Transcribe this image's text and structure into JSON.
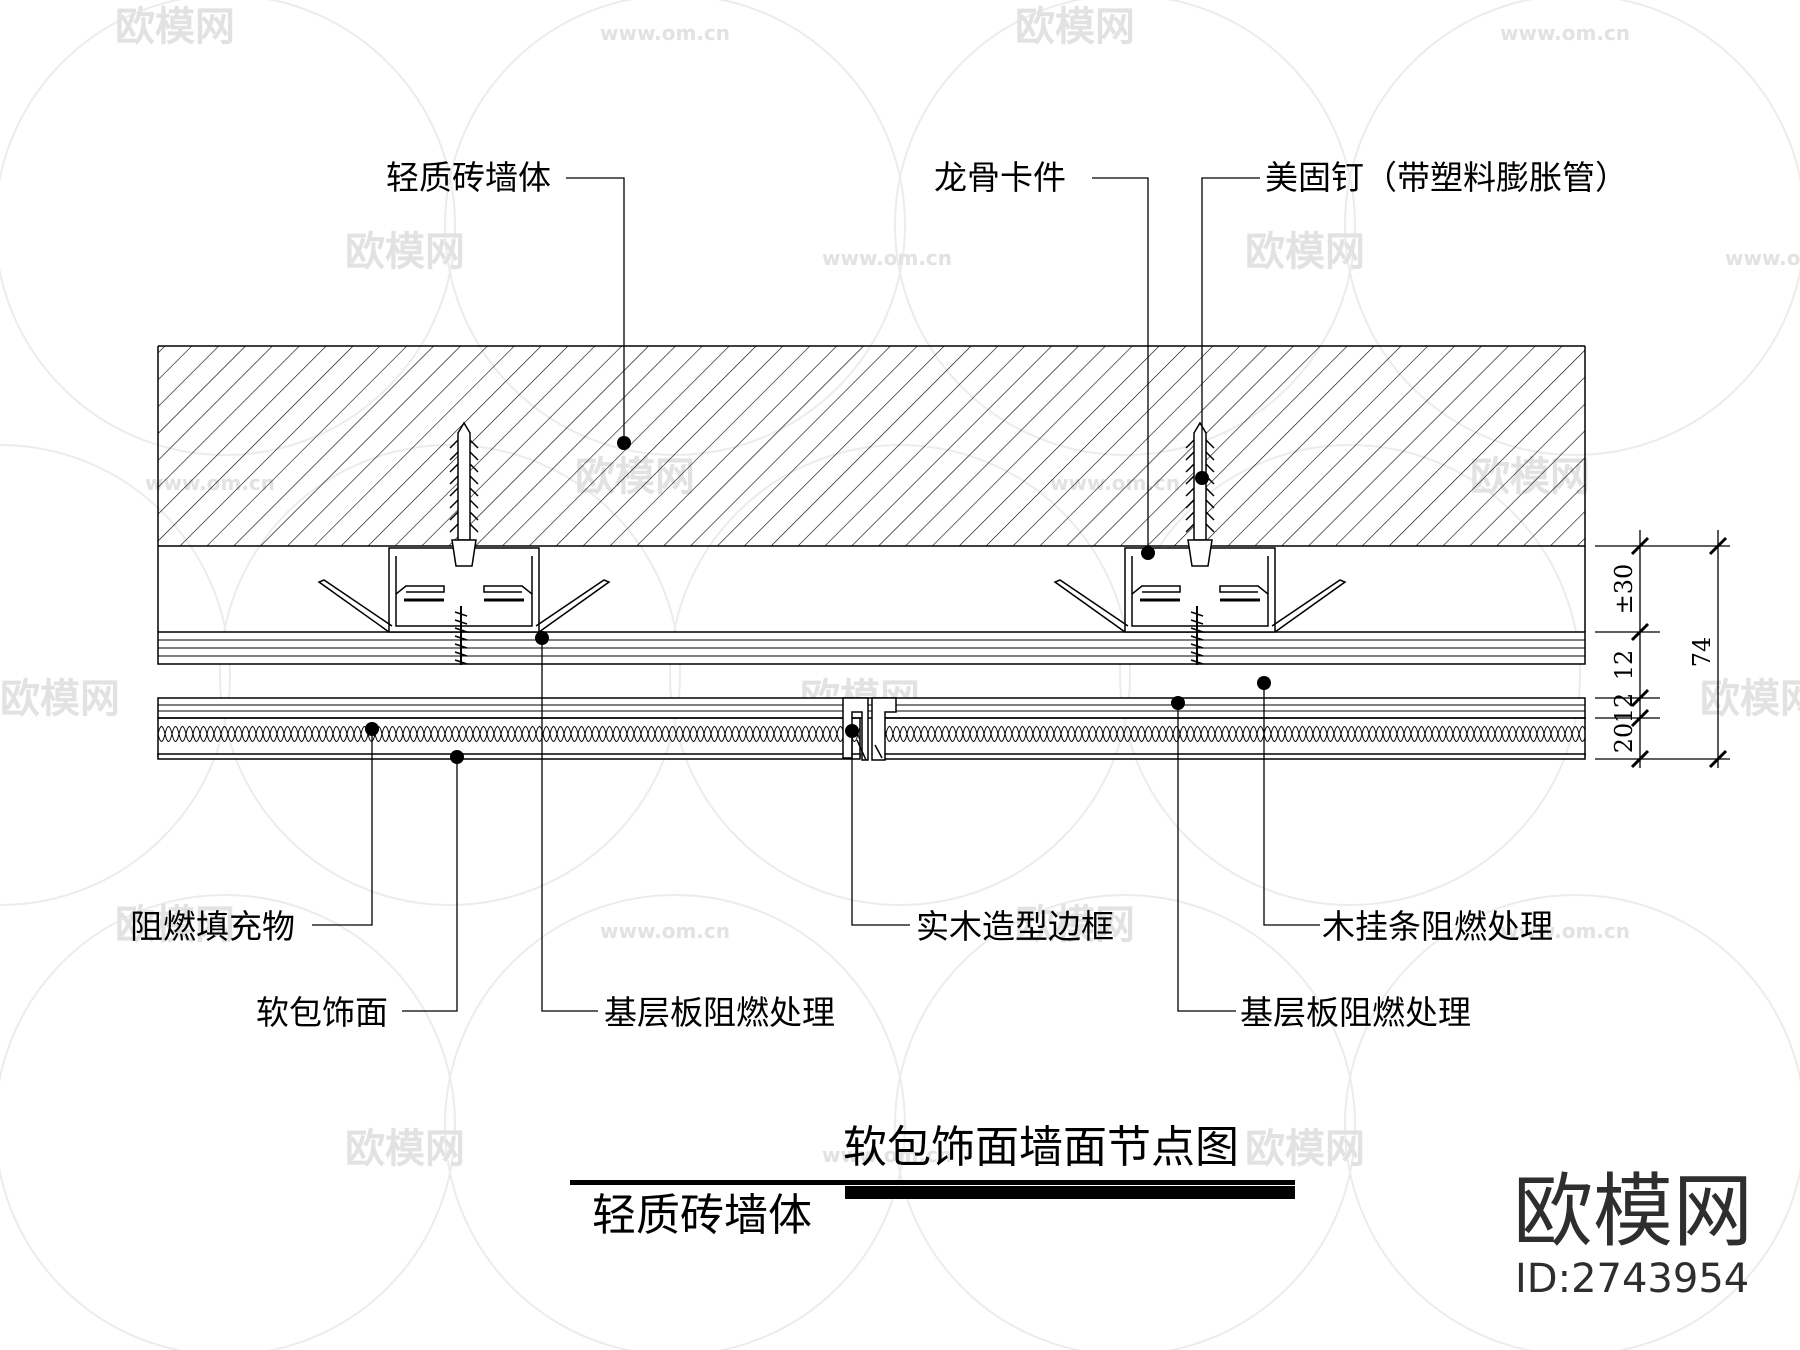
{
  "labels": {
    "wall_top": "轻质砖墙体",
    "keel_clip": "龙骨卡件",
    "anchor_nail": "美固钉（带塑料膨胀管）",
    "fire_filler": "阻燃填充物",
    "soft_surface": "软包饰面",
    "base_board_left": "基层板阻燃处理",
    "wood_frame": "实木造型边框",
    "wood_strip": "木挂条阻燃处理",
    "base_board_right": "基层板阻燃处理"
  },
  "dimensions": {
    "d1": "±30",
    "d2": "12",
    "d3": "12",
    "d4": "20",
    "total": "74"
  },
  "title": {
    "main": "软包饰面墙面节点图",
    "sub": "轻质砖墙体"
  },
  "watermark": {
    "brand": "欧模网",
    "id": "ID:2743954",
    "url": "www.om.cn"
  }
}
